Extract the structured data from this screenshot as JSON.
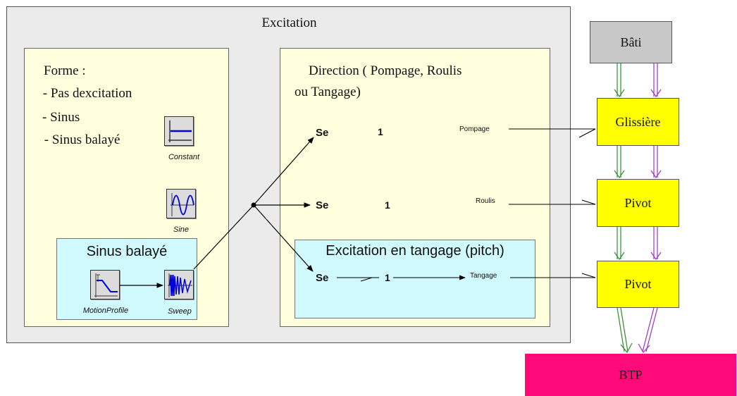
{
  "excitation": {
    "title": "Excitation",
    "forme": {
      "title": "Forme :",
      "items": [
        " - Pas dexcitation",
        "- Sinus",
        " - Sinus balayé"
      ]
    },
    "blocks": {
      "constant": "Constant",
      "sine": "Sine",
      "motion_profile": "MotionProfile",
      "sweep": "Sweep"
    },
    "sinus_balaye_panel": {
      "title": "Sinus balayé"
    },
    "direction": {
      "title_line1": "Direction ( Pompage, Roulis",
      "title_line2": "ou Tangage)",
      "rows": [
        {
          "se": "Se",
          "gain": "1",
          "port": "Pompage"
        },
        {
          "se": "Se",
          "gain": "1",
          "port": "Roulis"
        },
        {
          "se": "Se",
          "gain": "1",
          "port": "Tangage"
        }
      ]
    },
    "tangage_panel": {
      "title": "Excitation en tangage (pitch)"
    }
  },
  "mechanism": {
    "bati": "Bâti",
    "glissiere": "Glissière",
    "pivot1": "Pivot",
    "pivot2": "Pivot",
    "btp": "BTP"
  },
  "colors": {
    "green_link": "#2e8b2e",
    "purple_link": "#9b30c8",
    "signal_blue": "#0000dd",
    "joint_yellow": "#ffff00",
    "btp_magenta": "#ff0a78",
    "panel_cream": "#ffffde",
    "panel_cyan": "#cff9fc"
  }
}
